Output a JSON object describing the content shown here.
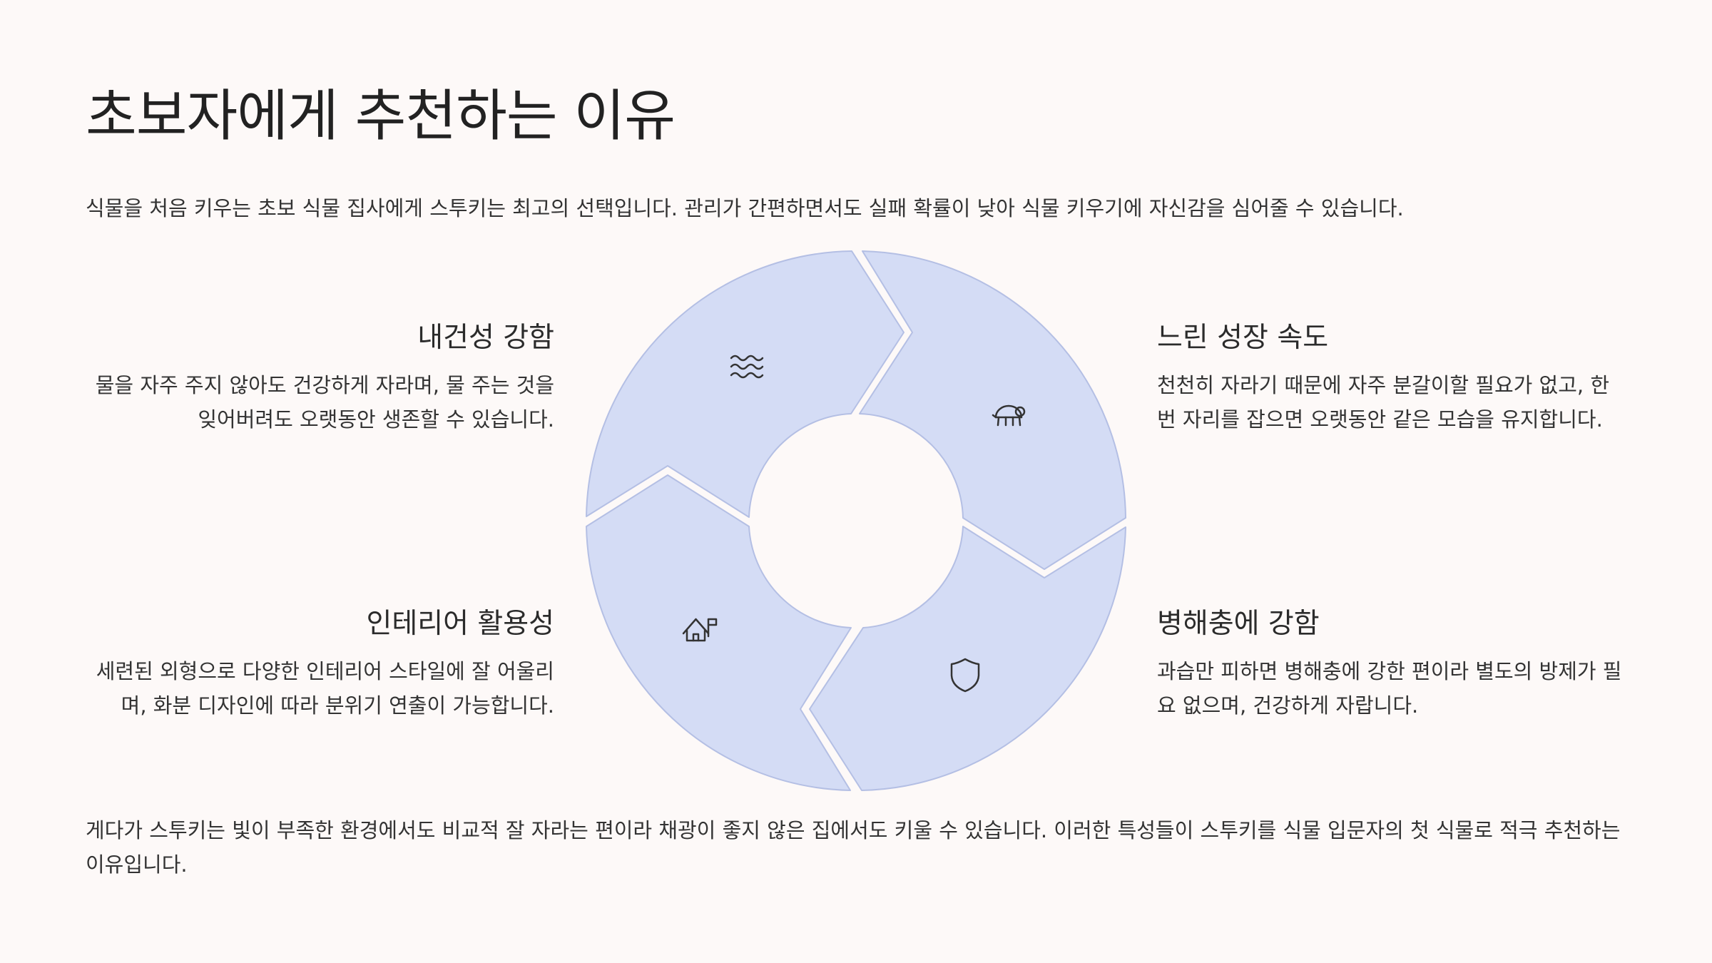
{
  "title": "초보자에게 추천하는 이유",
  "intro": "식물을 처음 키우는 초보 식물 집사에게 스투키는 최고의 선택입니다. 관리가 간편하면서도 실패 확률이 낮아 식물 키우기에 자신감을 심어줄 수 있습니다.",
  "items": [
    {
      "title": "내건성 강함",
      "text": "물을 자주 주지 않아도 건강하게 자라며, 물 주는 것을 잊어버려도 오랫동안 생존할 수 있습니다.",
      "icon": "water-waves-icon"
    },
    {
      "title": "느린 성장 속도",
      "text": "천천히 자라기 때문에 자주 분갈이할 필요가 없고, 한 번 자리를 잡으면 오랫동안 같은 모습을 유지합니다.",
      "icon": "turtle-icon"
    },
    {
      "title": "인테리어 활용성",
      "text": "세련된 외형으로 다양한 인테리어 스타일에 잘 어울리며, 화분 디자인에 따라 분위기 연출이 가능합니다.",
      "icon": "house-flag-icon"
    },
    {
      "title": "병해충에 강함",
      "text": "과습만 피하면 병해충에 강한 편이라 별도의 방제가 필요 없으며, 건강하게 자랍니다.",
      "icon": "shield-icon"
    }
  ],
  "outro": "게다가 스투키는 빛이 부족한 환경에서도 비교적 잘 자라는 편이라 채광이 좋지 않은 집에서도 키울 수 있습니다. 이러한 특성들이 스투키를 식물 입문자의 첫 식물로 적극 추천하는 이유입니다.",
  "colors": {
    "segment_fill": "#d4dcf5",
    "segment_stroke": "#b4bfe4",
    "background": "#fdf9f8",
    "icon": "#333333"
  }
}
